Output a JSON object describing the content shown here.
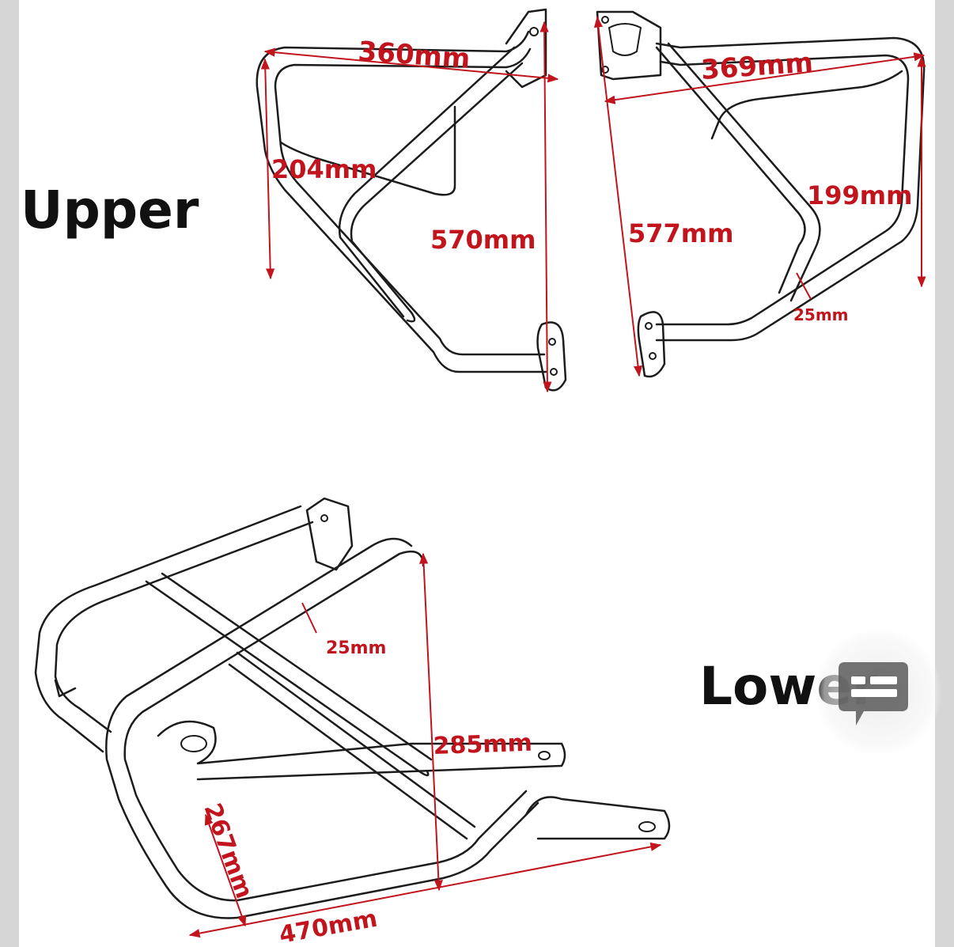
{
  "sections": {
    "upper": "Upper",
    "lower": "Lower"
  },
  "dimensions": {
    "upper_left": {
      "width": "360mm",
      "height": "204mm",
      "length": "570mm"
    },
    "upper_right": {
      "width": "369mm",
      "height": "199mm",
      "length": "577mm",
      "tube": "25mm"
    },
    "lower": {
      "tube": "25mm",
      "height": "285mm",
      "depth": "267mm",
      "width": "470mm"
    }
  },
  "colors": {
    "dimension": "#c2141d",
    "outline": "#1c1c1c",
    "page": "#ffffff",
    "margin": "#d6d6d6"
  },
  "icons": {
    "overlay": "chat-bubble-icon"
  }
}
